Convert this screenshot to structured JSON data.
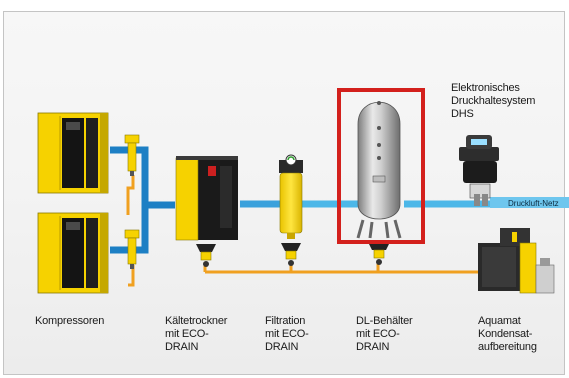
{
  "labels": {
    "compressors": "Kompressoren",
    "dryer": "Kältetrockner\nmit ECO-\nDRAIN",
    "filtration": "Filtration\nmit ECO-\nDRAIN",
    "vessel": "DL-Behälter\nmit ECO-\nDRAIN",
    "aquamat": "Aquamat\nKondensat-\naufbereitung",
    "dhs": "Elektronisches\nDruckhaltesystem\nDHS",
    "network": "Druckluft-Netz"
  },
  "colors": {
    "compressed_air_line": "#1d7fc4",
    "network_line": "#4cb7e8",
    "condensate_line": "#f0a020",
    "equipment_yellow": "#f6d200",
    "highlight_box": "#d3201c"
  },
  "icons": [
    "compressor-icon",
    "condensate-drain-icon",
    "refrigeration-dryer-icon",
    "filter-icon",
    "pressure-vessel-icon",
    "pressure-control-valve-icon",
    "condensate-treatment-icon"
  ]
}
